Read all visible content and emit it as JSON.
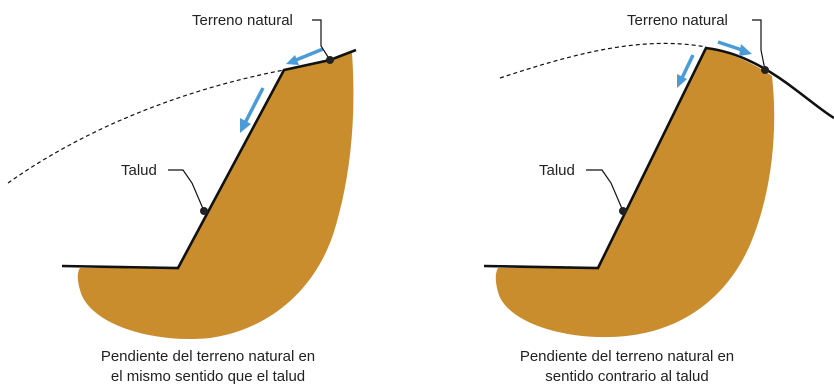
{
  "colors": {
    "soil": "#C98D2E",
    "line": "#111111",
    "arrow": "#4A9BD6",
    "text": "#222222"
  },
  "panels": [
    {
      "terrain_label": "Terreno natural",
      "slope_label": "Talud",
      "caption_line1": "Pendiente del terreno natural en",
      "caption_line2": "el mismo sentido que el talud"
    },
    {
      "terrain_label": "Terreno natural",
      "slope_label": "Talud",
      "caption_line1": "Pendiente del terreno natural en",
      "caption_line2": "sentido contrario al talud"
    }
  ]
}
